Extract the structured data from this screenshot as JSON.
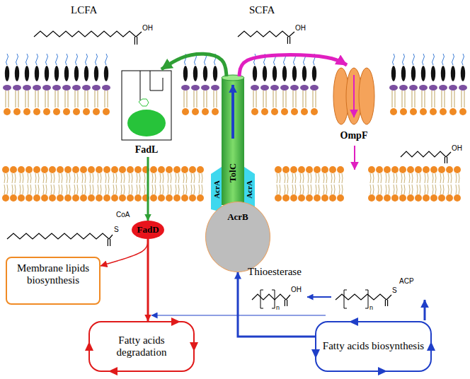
{
  "diagram": {
    "nodes": [
      {
        "text": [
          "FadL"
        ]
      },
      {
        "text": [
          "TolC"
        ]
      },
      {
        "text": [
          "OmpF"
        ]
      },
      {
        "text": [
          "AcrB"
        ]
      },
      {
        "text": [
          "FadD"
        ]
      },
      {
        "text": [
          "Membrane lipids biosynthesis"
        ]
      },
      {
        "text": [
          "Fatty acids degradation"
        ]
      },
      {
        "text": [
          "Fatty acids biosynthesis"
        ]
      }
    ],
    "edges": [
      {
        "from": 1,
        "to": 0,
        "arrow": "to"
      },
      {
        "from": 1,
        "to": 2,
        "arrow": "to"
      },
      {
        "from": 0,
        "to": 4,
        "arrow": "to"
      },
      {
        "from": 4,
        "to": 5,
        "arrow": "to"
      },
      {
        "from": 4,
        "to": 6,
        "arrow": "to"
      },
      {
        "from": 7,
        "to": 3,
        "arrow": "to"
      }
    ],
    "labels": [
      "LCFA",
      "SCFA",
      "OH",
      "OH",
      "AcrA",
      "AcrA",
      "OH",
      "CoA",
      "S",
      "Thioesterase",
      "ACP",
      "S",
      "n",
      "OH",
      "n"
    ]
  }
}
